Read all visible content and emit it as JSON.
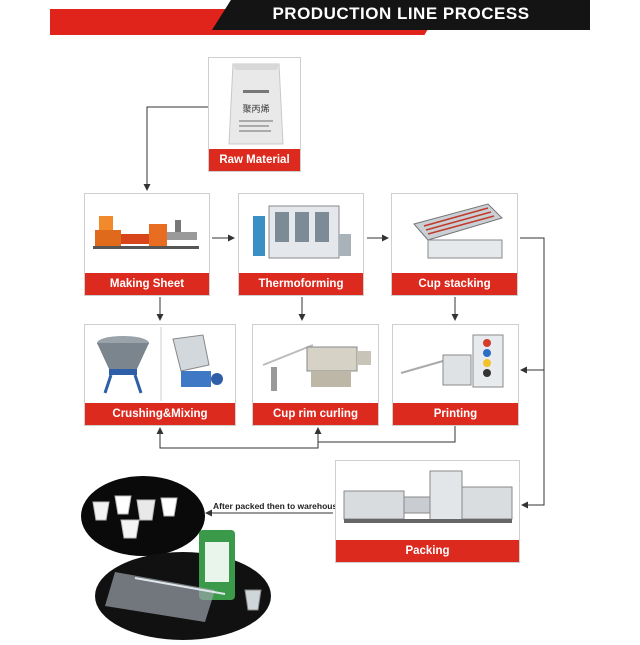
{
  "header": {
    "title": "PRODUCTION LINE PROCESS"
  },
  "steps": {
    "raw_material": "Raw Material",
    "making_sheet": "Making Sheet",
    "thermoforming": "Thermoforming",
    "cup_stacking": "Cup stacking",
    "crushing_mixing": "Crushing&Mixing",
    "cup_rim_curling": "Cup rim curling",
    "printing": "Printing",
    "packing": "Packing"
  },
  "bag_text": "聚丙烯",
  "annotations": {
    "warehouse_note": "After packed then to warehouse"
  },
  "colors": {
    "accent_red": "#dd2a1f",
    "banner_black": "#141414",
    "arrow": "#333333"
  }
}
